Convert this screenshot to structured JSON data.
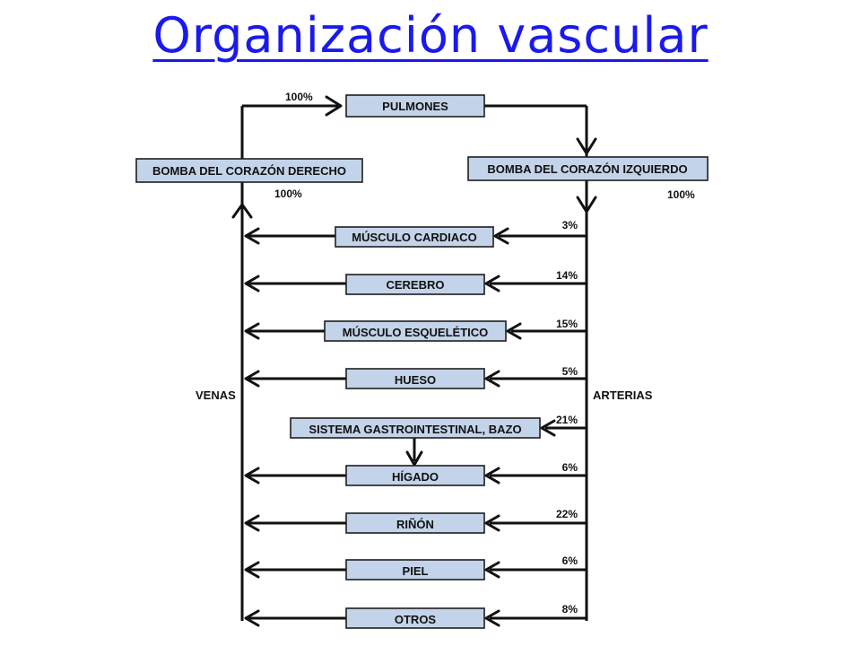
{
  "title": "Organización vascular",
  "pulmones": {
    "label": "PULMONES",
    "percent": "100%"
  },
  "left_pump": {
    "label": "BOMBA DEL CORAZÓN DERECHO",
    "percent": "100%"
  },
  "right_pump": {
    "label": "BOMBA DEL CORAZÓN IZQUIERDO",
    "percent": "100%"
  },
  "veins_label": "VENAS",
  "arteries_label": "ARTERIAS",
  "organs": [
    {
      "label": "MÚSCULO CARDIACO",
      "percent": "3%"
    },
    {
      "label": "CEREBRO",
      "percent": "14%"
    },
    {
      "label": "MÚSCULO ESQUELÉTICO",
      "percent": "15%"
    },
    {
      "label": "HUESO",
      "percent": "5%"
    },
    {
      "label": "SISTEMA GASTROINTESTINAL, BAZO",
      "percent": "21%"
    },
    {
      "label": "HÍGADO",
      "percent": "6%"
    },
    {
      "label": "RIÑÓN",
      "percent": "22%"
    },
    {
      "label": "PIEL",
      "percent": "6%"
    },
    {
      "label": "OTROS",
      "percent": "8%"
    }
  ]
}
